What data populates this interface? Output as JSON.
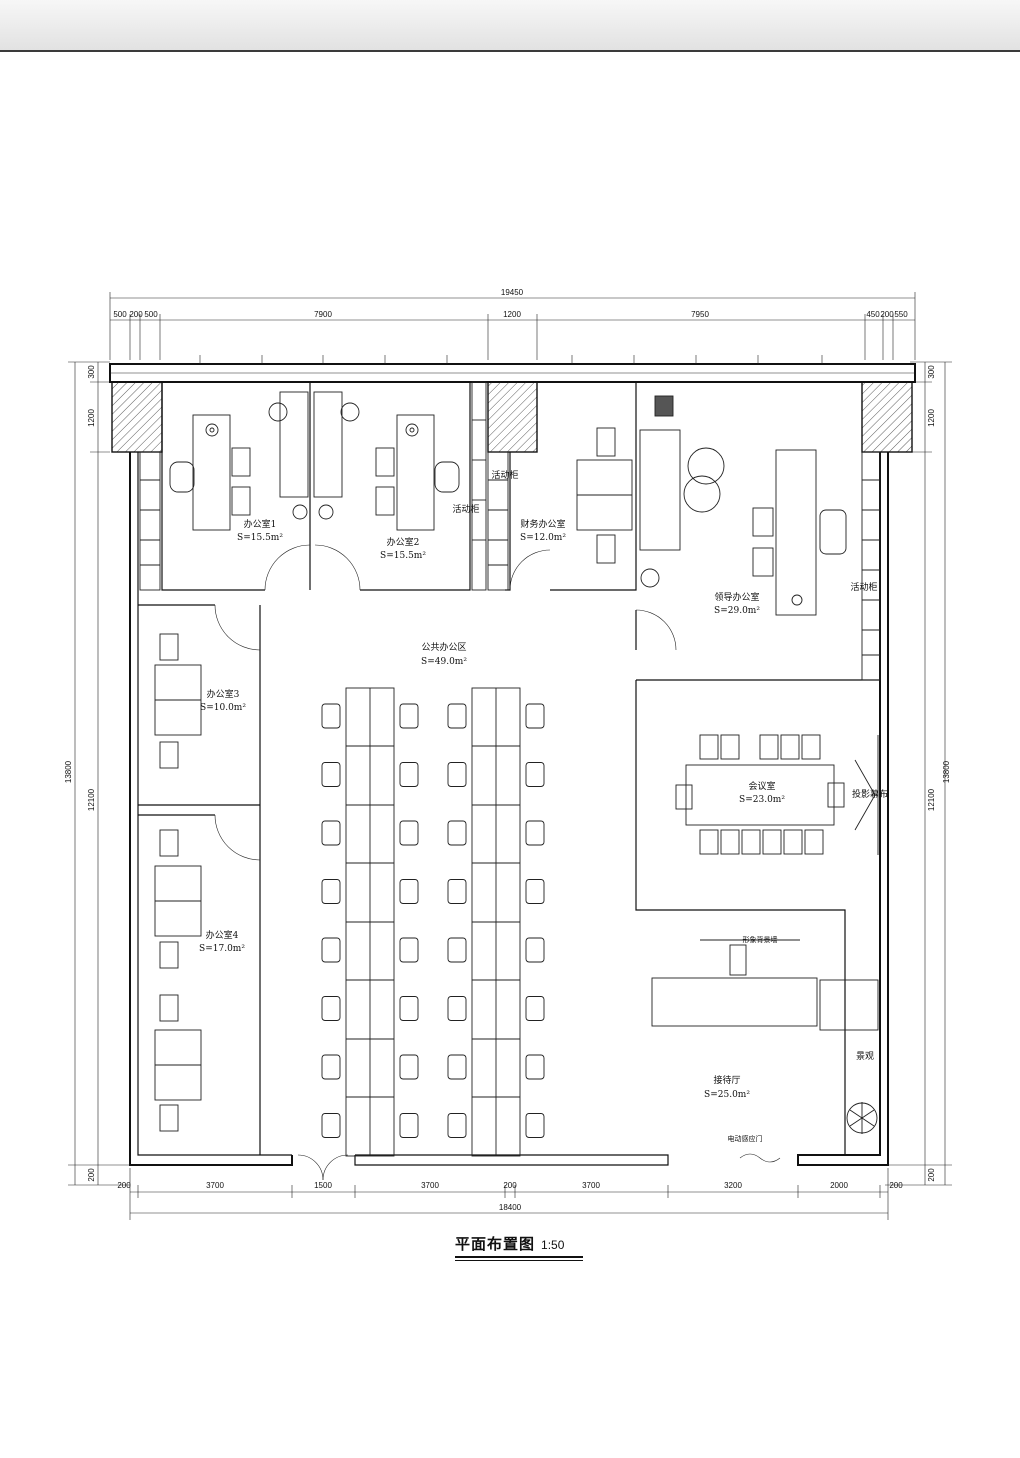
{
  "header": {
    "bar": ""
  },
  "plan": {
    "title": "平面布置图",
    "scale": "1:50",
    "rooms": {
      "office1": {
        "name": "办公室1",
        "area": "S=15.5m²"
      },
      "office2": {
        "name": "办公室2",
        "area": "S=15.5m²"
      },
      "finance": {
        "name": "财务办公室",
        "area": "S=12.0m²"
      },
      "leader": {
        "name": "领导办公室",
        "area": "S=29.0m²"
      },
      "public": {
        "name": "公共办公区",
        "area": "S=49.0m²"
      },
      "office3": {
        "name": "办公室3",
        "area": "S=10.0m²"
      },
      "office4": {
        "name": "办公室4",
        "area": "S=17.0m²"
      },
      "meeting": {
        "name": "会议室",
        "area": "S=23.0m²"
      },
      "reception": {
        "name": "接待厅",
        "area": "S=25.0m²"
      }
    },
    "labels": {
      "cabinet1": "活动柜",
      "cabinet2": "活动柜",
      "cabinet3": "活动柜",
      "projection": "投影幕布",
      "image_wall": "形象背景墙",
      "landscape": "景观",
      "auto_door": "电动感应门"
    },
    "dims_top_total": "19450",
    "dims_top": [
      "500",
      "200",
      "500",
      "7900",
      "1200",
      "7950",
      "450",
      "200",
      "550"
    ],
    "dims_bottom_total": "18400",
    "dims_bottom": [
      "200",
      "3700",
      "1500",
      "3700",
      "200",
      "3700",
      "3200",
      "2000",
      "200"
    ],
    "dims_left": [
      "300",
      "1200",
      "12100",
      "200"
    ],
    "dims_left_total": "13800",
    "dims_right": [
      "300",
      "1200",
      "12100",
      "200"
    ],
    "dims_right_total": "13800"
  }
}
